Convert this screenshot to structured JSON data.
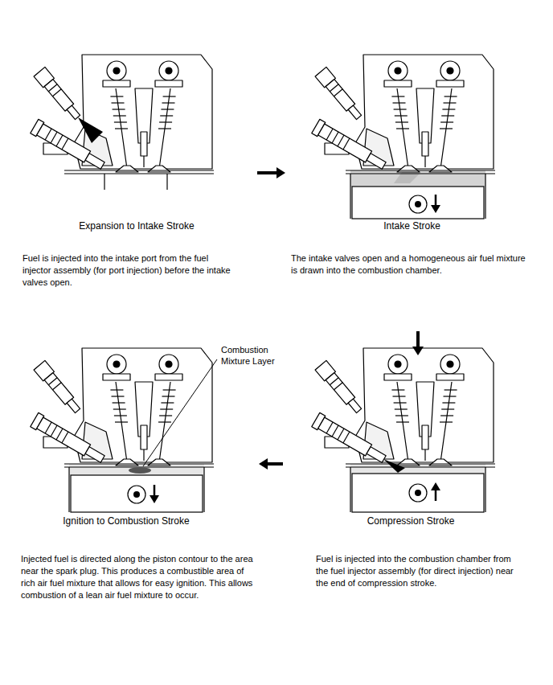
{
  "diagram": {
    "nodes": [
      {
        "text": [
          "Expansion to Intake Stroke",
          "Fuel is injected into the intake port from the fuel injector assembly (for port injection) before the intake valves open."
        ]
      },
      {
        "text": [
          "Intake Stroke",
          "The intake valves open and a homogeneous air fuel mixture is drawn into the combustion chamber."
        ]
      },
      {
        "text": [
          "Ignition to Combustion Stroke",
          "Injected fuel is directed along the piston contour to the area near the spark plug. This produces a combustible area of rich air fuel mixture that allows for easy ignition. This allows combustion of a lean air fuel mixture to occur."
        ]
      },
      {
        "text": [
          "Compression Stroke",
          "Fuel is injected into the combustion chamber from the fuel injector assembly (for direct injection) near the end of compression stroke."
        ]
      }
    ],
    "edges": [
      {
        "from": 0,
        "to": 1,
        "arrow": "to"
      },
      {
        "from": 1,
        "to": 3,
        "arrow": "to"
      },
      {
        "from": 3,
        "to": 2,
        "arrow": "to"
      }
    ],
    "labels": [
      "Combustion Mixture Layer"
    ]
  }
}
